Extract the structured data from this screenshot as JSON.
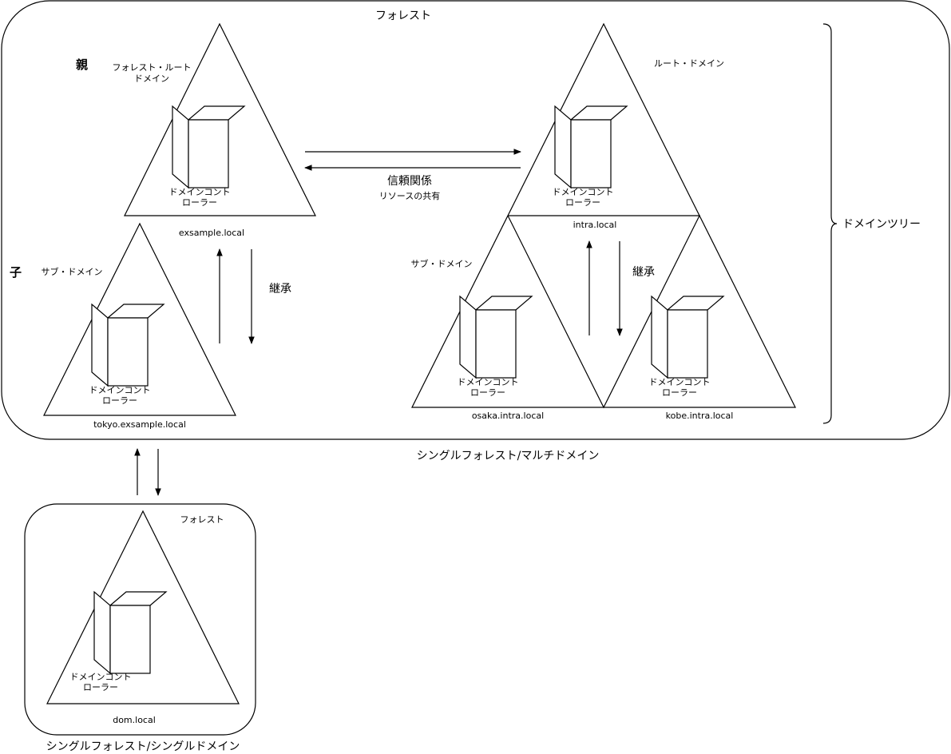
{
  "forest_multi": {
    "title": "フォレスト",
    "caption": "シングルフォレスト/マルチドメイン",
    "left_tree": {
      "parent_label": "親",
      "child_label": "子",
      "root_label_line1": "フォレスト・ルート",
      "root_label_line2": "ドメイン",
      "root_domain": "exsample.local",
      "sub_label": "サブ・ドメイン",
      "sub_domain": "tokyo.exsample.local",
      "inheritance": "継承"
    },
    "trust": {
      "label": "信頼関係",
      "sublabel": "リソースの共有"
    },
    "right_tree": {
      "root_label": "ルート・ドメイン",
      "root_domain": "intra.local",
      "sub_label": "サブ・ドメイン",
      "sub_domain_left": "osaka.intra.local",
      "sub_domain_right": "kobe.intra.local",
      "inheritance": "継承"
    },
    "domain_tree_label": "ドメインツリー"
  },
  "controller": {
    "line1": "ドメインコント",
    "line2": "ローラー"
  },
  "forest_single": {
    "title": "フォレスト",
    "domain": "dom.local",
    "caption": "シングルフォレスト/シングルドメイン"
  }
}
